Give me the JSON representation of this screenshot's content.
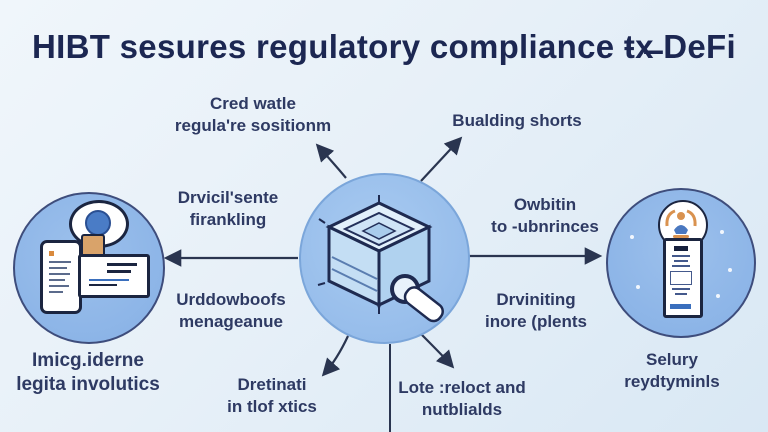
{
  "title": "HIBT sesures regulatory compliance ŧx̶ DeFi",
  "labels": [
    {
      "id": "cred",
      "line1": "Cred watle",
      "line2": "regula're sositionm"
    },
    {
      "id": "bualding",
      "line1": "Bualding shorts"
    },
    {
      "id": "drvicil",
      "line1": "Drvicil'sente",
      "line2": "firankling"
    },
    {
      "id": "owbitin",
      "line1": "Owbitin",
      "line2": "to -ubnrinces"
    },
    {
      "id": "urddow",
      "line1": "Urddowboofs",
      "line2": "menageanue"
    },
    {
      "id": "drviniting",
      "line1": "Drviniting",
      "line2": "inore (plents"
    },
    {
      "id": "imicg",
      "line1": "Imicg.iderne",
      "line2": "legita involutics"
    },
    {
      "id": "dretinati",
      "line1": "Dretinati",
      "line2": "in tlof xtics"
    },
    {
      "id": "lote",
      "line1": "Lote :reloct and",
      "line2": "nutblialds"
    },
    {
      "id": "selury",
      "line1": "Selury",
      "line2": "reydtyminls"
    }
  ],
  "icons": {
    "center": "cube-magnifier-illustration",
    "left": "phone-id-card-thought-bubble-illustration",
    "right": "certificate-badge-document-illustration"
  },
  "colors": {
    "background": "#e9f1f9",
    "circle_fill": "#93bbea",
    "title_text": "#1c2752",
    "label_text": "#2e3a63",
    "arrow": "#2a3550",
    "accent_orange": "#d9a36a",
    "accent_blue": "#3a6fbd"
  }
}
